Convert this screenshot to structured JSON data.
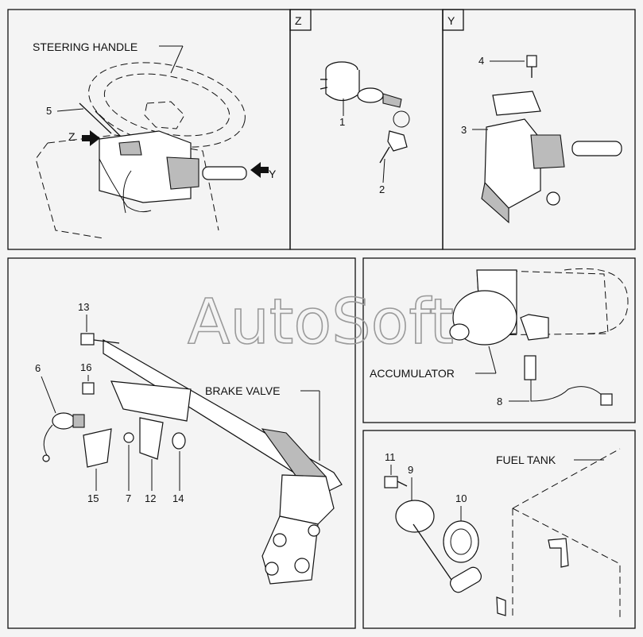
{
  "panels": {
    "steering": {
      "title": "STEERING HANDLE",
      "arrow_z": "Z",
      "arrow_y": "Y",
      "callouts": [
        "5"
      ]
    },
    "z": {
      "tag": "Z",
      "callouts": [
        "1",
        "2"
      ]
    },
    "y": {
      "tag": "Y",
      "callouts": [
        "4",
        "3"
      ]
    },
    "brake": {
      "title": "BRAKE VALVE",
      "callouts": [
        "13",
        "6",
        "16",
        "15",
        "7",
        "12",
        "14"
      ]
    },
    "accumulator": {
      "title": "ACCUMULATOR",
      "callouts": [
        "8"
      ]
    },
    "fuel": {
      "title": "FUEL TANK",
      "callouts": [
        "11",
        "9",
        "10"
      ]
    }
  },
  "watermark": "AutoSoft"
}
